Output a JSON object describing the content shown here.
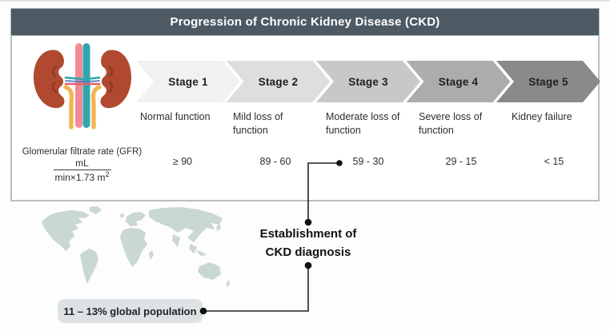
{
  "title": "Progression of Chronic Kidney Disease (CKD)",
  "stages": [
    {
      "label": "Stage 1",
      "description": "Normal function",
      "gfr": "≥ 90",
      "color": "#f2f1f1",
      "marker": false
    },
    {
      "label": "Stage 2",
      "description": "Mild loss of function",
      "gfr": "89 - 60",
      "color": "#dedede",
      "marker": false
    },
    {
      "label": "Stage 3",
      "description": "Moderate loss of function",
      "gfr": "59 - 30",
      "color": "#c9c8c8",
      "marker": true
    },
    {
      "label": "Stage 4",
      "description": "Severe loss of function",
      "gfr": "29 - 15",
      "color": "#adacac",
      "marker": false
    },
    {
      "label": "Stage 5",
      "description": "Kidney failure",
      "gfr": "< 15",
      "color": "#8a8a8a",
      "marker": false
    }
  ],
  "gfr_label": {
    "title": "Glomerular filtrate rate (GFR)",
    "numerator": "mL",
    "denominator": "min×1.73 m",
    "exponent": "2"
  },
  "annotation": {
    "line1": "Establishment of",
    "line2": "CKD diagnosis"
  },
  "population_badge": "11 – 13% global population",
  "icons": {
    "kidney": "kidney-illustration",
    "map": "world-map"
  },
  "colors": {
    "header_bg": "#4d5a64",
    "header_text": "#ffffff",
    "panel_border": "#b7bfbf",
    "connector": "#222222",
    "map_fill": "#c9d7d5",
    "badge_bg": "#dde2e5",
    "kidney_body": "#b0492f",
    "vessel_pink": "#f28b97",
    "vessel_teal": "#31a6ad",
    "vessel_blue": "#4b82c4",
    "vessel_red": "#e4606d",
    "ureter_yellow": "#f3b44f"
  }
}
